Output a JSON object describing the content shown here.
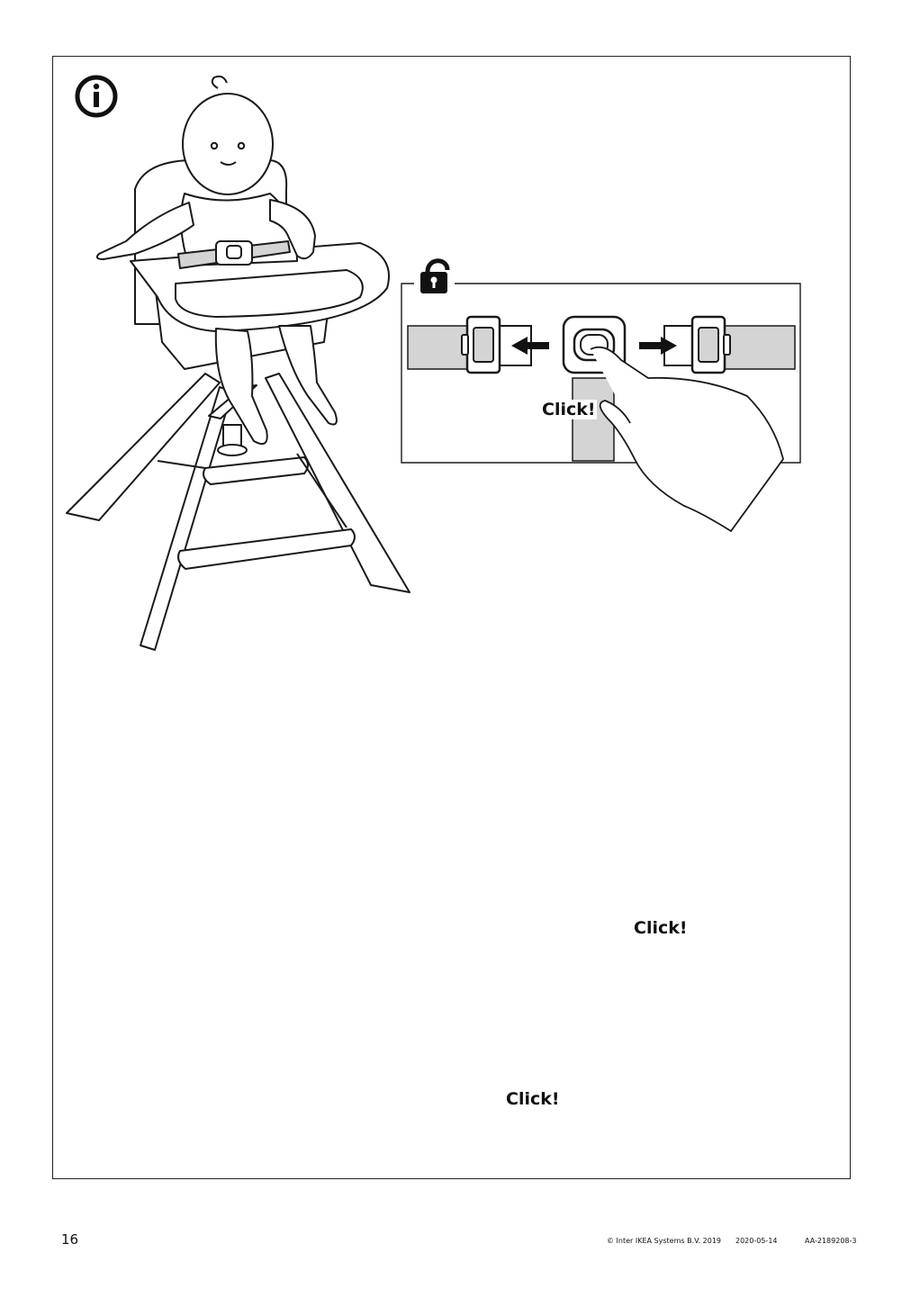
{
  "page": {
    "number": "16",
    "copyright": "© Inter IKEA Systems B.V. 2019",
    "date": "2020-05-14",
    "document_code": "AA-2189208-3"
  },
  "icons": {
    "info": "info-icon",
    "unlocked": "padlock-open-icon",
    "locked": "padlock-closed-icon"
  },
  "panels": {
    "unlock": {
      "click_label": "Click!"
    },
    "lock_insert_right": {},
    "lock_insert_left": {
      "click_label": "Click!"
    },
    "locked_result": {
      "click_label": "Click!"
    }
  },
  "colors": {
    "strap": "#d4d4d4",
    "line": "#1a1a1a"
  }
}
